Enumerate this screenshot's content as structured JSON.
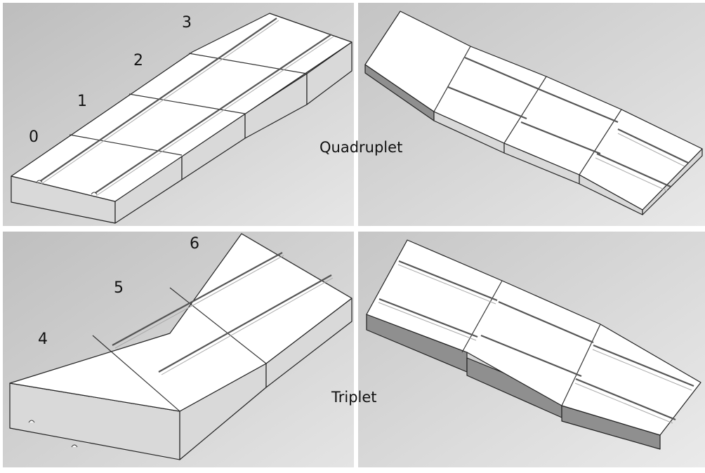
{
  "labels": {
    "quadruplet": "Quadruplet",
    "triplet": "Triplet"
  },
  "module_numbers": {
    "n0": "0",
    "n1": "1",
    "n2": "2",
    "n3": "3",
    "n4": "4",
    "n5": "5",
    "n6": "6"
  },
  "colors": {
    "panel_background": "#c8c8c8",
    "top_face": "#ffffff",
    "side_face": "#d9d9d9",
    "dark_face": "#8f8f8f"
  }
}
